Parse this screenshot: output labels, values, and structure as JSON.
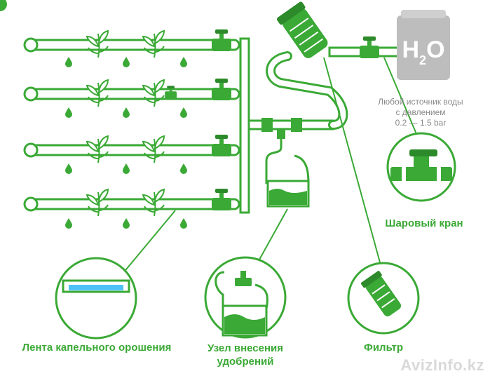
{
  "labels": {
    "drip_tape": "Лента капельного орошения",
    "fertilizer_unit_line1": "Узел внесения",
    "fertilizer_unit_line2": "удобрений",
    "filter": "Фильтр",
    "ball_valve": "Шаровый кран"
  },
  "source": {
    "line1": "Любой источник воды",
    "line2": "с давлением",
    "line3": "0.2 — 1.5 bar",
    "tank_symbol": "H",
    "tank_sub": "2",
    "tank_symbol_end": "O"
  },
  "watermark": "AvizInfo.kz",
  "colors": {
    "green": "#3aa935",
    "dark_green": "#2d8a2a",
    "light_blue": "#4fc3f7",
    "tank_gray": "#bdbdbd",
    "pipe_outline": "#3aa935"
  },
  "icons": [
    "plant-icon",
    "water-drop-icon",
    "valve-icon",
    "filter-icon",
    "bucket-icon",
    "water-tank-icon"
  ]
}
